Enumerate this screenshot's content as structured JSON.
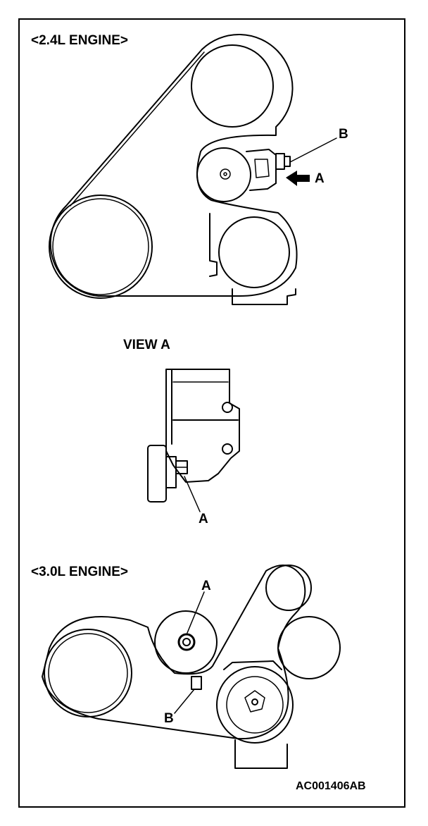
{
  "diagram": {
    "section_24": {
      "heading": "<2.4L ENGINE>",
      "callout_b": "B",
      "callout_a": "A"
    },
    "view_a": {
      "heading": "VIEW A",
      "callout_a": "A"
    },
    "section_30": {
      "heading": "<3.0L ENGINE>",
      "callout_a": "A",
      "callout_b": "B"
    },
    "figure_code": "AC001406AB"
  },
  "colors": {
    "ink": "#000000",
    "paper": "#ffffff"
  }
}
